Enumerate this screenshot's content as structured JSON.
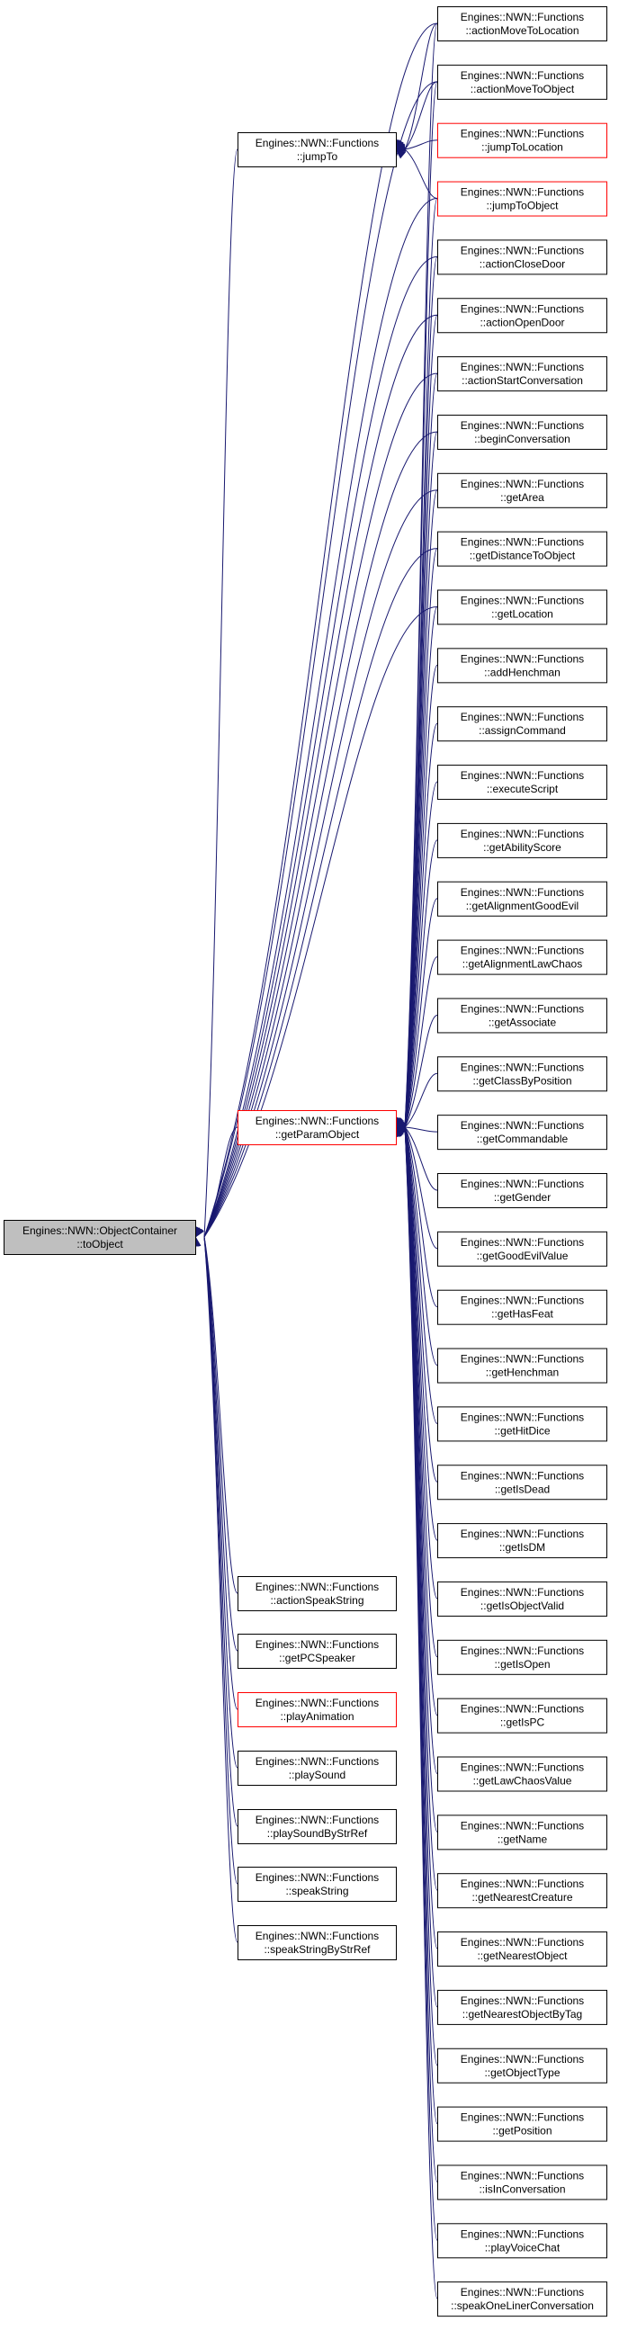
{
  "diagram": {
    "type": "call-graph",
    "edge_color": "#191970",
    "root_fill": "#bfbfbf",
    "highlight_border": "#ff0000",
    "nodes": [
      {
        "id": "root",
        "line1": "Engines::NWN::ObjectContainer",
        "line2": "::toObject",
        "style": "root"
      },
      {
        "id": "jumpTo",
        "line1": "Engines::NWN::Functions",
        "line2": "::jumpTo",
        "style": "normal"
      },
      {
        "id": "getParamObject",
        "line1": "Engines::NWN::Functions",
        "line2": "::getParamObject",
        "style": "red"
      },
      {
        "id": "actionSpeakString",
        "line1": "Engines::NWN::Functions",
        "line2": "::actionSpeakString",
        "style": "normal"
      },
      {
        "id": "getPCSpeaker",
        "line1": "Engines::NWN::Functions",
        "line2": "::getPCSpeaker",
        "style": "normal"
      },
      {
        "id": "playAnimation",
        "line1": "Engines::NWN::Functions",
        "line2": "::playAnimation",
        "style": "red"
      },
      {
        "id": "playSound",
        "line1": "Engines::NWN::Functions",
        "line2": "::playSound",
        "style": "normal"
      },
      {
        "id": "playSoundByStrRef",
        "line1": "Engines::NWN::Functions",
        "line2": "::playSoundByStrRef",
        "style": "normal"
      },
      {
        "id": "speakString",
        "line1": "Engines::NWN::Functions",
        "line2": "::speakString",
        "style": "normal"
      },
      {
        "id": "speakStringByStrRef",
        "line1": "Engines::NWN::Functions",
        "line2": "::speakStringByStrRef",
        "style": "normal"
      },
      {
        "id": "actionMoveToLocation",
        "line1": "Engines::NWN::Functions",
        "line2": "::actionMoveToLocation",
        "style": "normal"
      },
      {
        "id": "actionMoveToObject",
        "line1": "Engines::NWN::Functions",
        "line2": "::actionMoveToObject",
        "style": "normal"
      },
      {
        "id": "jumpToLocation",
        "line1": "Engines::NWN::Functions",
        "line2": "::jumpToLocation",
        "style": "red"
      },
      {
        "id": "jumpToObject",
        "line1": "Engines::NWN::Functions",
        "line2": "::jumpToObject",
        "style": "red"
      },
      {
        "id": "actionCloseDoor",
        "line1": "Engines::NWN::Functions",
        "line2": "::actionCloseDoor",
        "style": "normal"
      },
      {
        "id": "actionOpenDoor",
        "line1": "Engines::NWN::Functions",
        "line2": "::actionOpenDoor",
        "style": "normal"
      },
      {
        "id": "actionStartConversation",
        "line1": "Engines::NWN::Functions",
        "line2": "::actionStartConversation",
        "style": "normal"
      },
      {
        "id": "beginConversation",
        "line1": "Engines::NWN::Functions",
        "line2": "::beginConversation",
        "style": "normal"
      },
      {
        "id": "getArea",
        "line1": "Engines::NWN::Functions",
        "line2": "::getArea",
        "style": "normal"
      },
      {
        "id": "getDistanceToObject",
        "line1": "Engines::NWN::Functions",
        "line2": "::getDistanceToObject",
        "style": "normal"
      },
      {
        "id": "getLocation",
        "line1": "Engines::NWN::Functions",
        "line2": "::getLocation",
        "style": "normal"
      },
      {
        "id": "addHenchman",
        "line1": "Engines::NWN::Functions",
        "line2": "::addHenchman",
        "style": "normal"
      },
      {
        "id": "assignCommand",
        "line1": "Engines::NWN::Functions",
        "line2": "::assignCommand",
        "style": "normal"
      },
      {
        "id": "executeScript",
        "line1": "Engines::NWN::Functions",
        "line2": "::executeScript",
        "style": "normal"
      },
      {
        "id": "getAbilityScore",
        "line1": "Engines::NWN::Functions",
        "line2": "::getAbilityScore",
        "style": "normal"
      },
      {
        "id": "getAlignmentGoodEvil",
        "line1": "Engines::NWN::Functions",
        "line2": "::getAlignmentGoodEvil",
        "style": "normal"
      },
      {
        "id": "getAlignmentLawChaos",
        "line1": "Engines::NWN::Functions",
        "line2": "::getAlignmentLawChaos",
        "style": "normal"
      },
      {
        "id": "getAssociate",
        "line1": "Engines::NWN::Functions",
        "line2": "::getAssociate",
        "style": "normal"
      },
      {
        "id": "getClassByPosition",
        "line1": "Engines::NWN::Functions",
        "line2": "::getClassByPosition",
        "style": "normal"
      },
      {
        "id": "getCommandable",
        "line1": "Engines::NWN::Functions",
        "line2": "::getCommandable",
        "style": "normal"
      },
      {
        "id": "getGender",
        "line1": "Engines::NWN::Functions",
        "line2": "::getGender",
        "style": "normal"
      },
      {
        "id": "getGoodEvilValue",
        "line1": "Engines::NWN::Functions",
        "line2": "::getGoodEvilValue",
        "style": "normal"
      },
      {
        "id": "getHasFeat",
        "line1": "Engines::NWN::Functions",
        "line2": "::getHasFeat",
        "style": "normal"
      },
      {
        "id": "getHenchman",
        "line1": "Engines::NWN::Functions",
        "line2": "::getHenchman",
        "style": "normal"
      },
      {
        "id": "getHitDice",
        "line1": "Engines::NWN::Functions",
        "line2": "::getHitDice",
        "style": "normal"
      },
      {
        "id": "getIsDead",
        "line1": "Engines::NWN::Functions",
        "line2": "::getIsDead",
        "style": "normal"
      },
      {
        "id": "getIsDM",
        "line1": "Engines::NWN::Functions",
        "line2": "::getIsDM",
        "style": "normal"
      },
      {
        "id": "getIsObjectValid",
        "line1": "Engines::NWN::Functions",
        "line2": "::getIsObjectValid",
        "style": "normal"
      },
      {
        "id": "getIsOpen",
        "line1": "Engines::NWN::Functions",
        "line2": "::getIsOpen",
        "style": "normal"
      },
      {
        "id": "getIsPC",
        "line1": "Engines::NWN::Functions",
        "line2": "::getIsPC",
        "style": "normal"
      },
      {
        "id": "getLawChaosValue",
        "line1": "Engines::NWN::Functions",
        "line2": "::getLawChaosValue",
        "style": "normal"
      },
      {
        "id": "getName",
        "line1": "Engines::NWN::Functions",
        "line2": "::getName",
        "style": "normal"
      },
      {
        "id": "getNearestCreature",
        "line1": "Engines::NWN::Functions",
        "line2": "::getNearestCreature",
        "style": "normal"
      },
      {
        "id": "getNearestObject",
        "line1": "Engines::NWN::Functions",
        "line2": "::getNearestObject",
        "style": "normal"
      },
      {
        "id": "getNearestObjectByTag",
        "line1": "Engines::NWN::Functions",
        "line2": "::getNearestObjectByTag",
        "style": "normal"
      },
      {
        "id": "getObjectType",
        "line1": "Engines::NWN::Functions",
        "line2": "::getObjectType",
        "style": "normal"
      },
      {
        "id": "getPosition",
        "line1": "Engines::NWN::Functions",
        "line2": "::getPosition",
        "style": "normal"
      },
      {
        "id": "isInConversation",
        "line1": "Engines::NWN::Functions",
        "line2": "::isInConversation",
        "style": "normal"
      },
      {
        "id": "playVoiceChat",
        "line1": "Engines::NWN::Functions",
        "line2": "::playVoiceChat",
        "style": "normal"
      },
      {
        "id": "speakOneLinerConversation",
        "line1": "Engines::NWN::Functions",
        "line2": "::speakOneLinerConversation",
        "style": "normal"
      }
    ],
    "edges": [
      [
        "jumpTo",
        "root"
      ],
      [
        "getParamObject",
        "root"
      ],
      [
        "actionSpeakString",
        "root"
      ],
      [
        "getPCSpeaker",
        "root"
      ],
      [
        "playAnimation",
        "root"
      ],
      [
        "playSound",
        "root"
      ],
      [
        "playSoundByStrRef",
        "root"
      ],
      [
        "speakString",
        "root"
      ],
      [
        "speakStringByStrRef",
        "root"
      ],
      [
        "actionMoveToLocation",
        "root"
      ],
      [
        "actionMoveToObject",
        "root"
      ],
      [
        "jumpToObject",
        "root"
      ],
      [
        "actionCloseDoor",
        "root"
      ],
      [
        "actionOpenDoor",
        "root"
      ],
      [
        "actionStartConversation",
        "root"
      ],
      [
        "beginConversation",
        "root"
      ],
      [
        "getArea",
        "root"
      ],
      [
        "getDistanceToObject",
        "root"
      ],
      [
        "getLocation",
        "root"
      ],
      [
        "actionMoveToLocation",
        "jumpTo"
      ],
      [
        "actionMoveToObject",
        "jumpTo"
      ],
      [
        "jumpToLocation",
        "jumpTo"
      ],
      [
        "jumpToObject",
        "jumpTo"
      ],
      [
        "actionMoveToLocation",
        "getParamObject"
      ],
      [
        "actionMoveToObject",
        "getParamObject"
      ],
      [
        "jumpToObject",
        "getParamObject"
      ],
      [
        "actionCloseDoor",
        "getParamObject"
      ],
      [
        "actionOpenDoor",
        "getParamObject"
      ],
      [
        "actionStartConversation",
        "getParamObject"
      ],
      [
        "beginConversation",
        "getParamObject"
      ],
      [
        "getArea",
        "getParamObject"
      ],
      [
        "getDistanceToObject",
        "getParamObject"
      ],
      [
        "getLocation",
        "getParamObject"
      ],
      [
        "addHenchman",
        "getParamObject"
      ],
      [
        "assignCommand",
        "getParamObject"
      ],
      [
        "executeScript",
        "getParamObject"
      ],
      [
        "getAbilityScore",
        "getParamObject"
      ],
      [
        "getAlignmentGoodEvil",
        "getParamObject"
      ],
      [
        "getAlignmentLawChaos",
        "getParamObject"
      ],
      [
        "getAssociate",
        "getParamObject"
      ],
      [
        "getClassByPosition",
        "getParamObject"
      ],
      [
        "getCommandable",
        "getParamObject"
      ],
      [
        "getGender",
        "getParamObject"
      ],
      [
        "getGoodEvilValue",
        "getParamObject"
      ],
      [
        "getHasFeat",
        "getParamObject"
      ],
      [
        "getHenchman",
        "getParamObject"
      ],
      [
        "getHitDice",
        "getParamObject"
      ],
      [
        "getIsDead",
        "getParamObject"
      ],
      [
        "getIsDM",
        "getParamObject"
      ],
      [
        "getIsObjectValid",
        "getParamObject"
      ],
      [
        "getIsOpen",
        "getParamObject"
      ],
      [
        "getIsPC",
        "getParamObject"
      ],
      [
        "getLawChaosValue",
        "getParamObject"
      ],
      [
        "getName",
        "getParamObject"
      ],
      [
        "getNearestCreature",
        "getParamObject"
      ],
      [
        "getNearestObject",
        "getParamObject"
      ],
      [
        "getNearestObjectByTag",
        "getParamObject"
      ],
      [
        "getObjectType",
        "getParamObject"
      ],
      [
        "getPosition",
        "getParamObject"
      ],
      [
        "isInConversation",
        "getParamObject"
      ],
      [
        "playVoiceChat",
        "getParamObject"
      ],
      [
        "speakOneLinerConversation",
        "getParamObject"
      ]
    ]
  }
}
